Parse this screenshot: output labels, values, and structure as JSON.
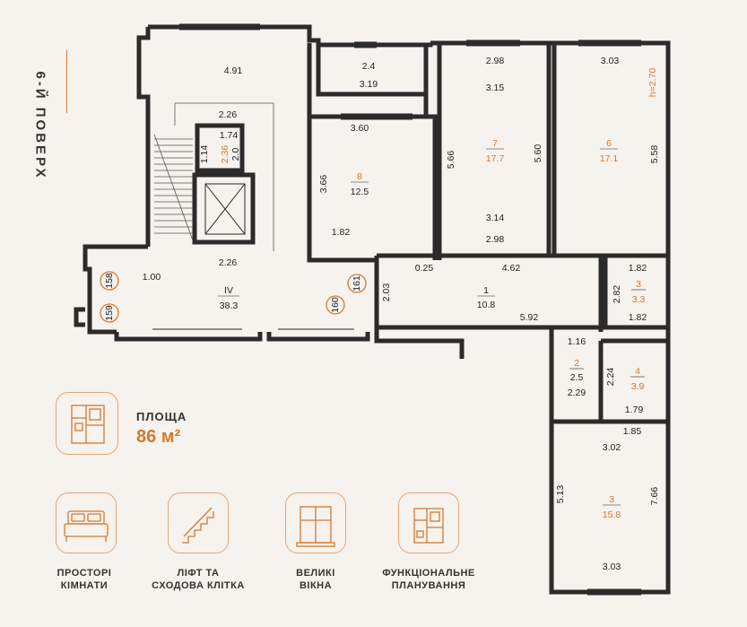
{
  "floor_title": "6-Й ПОВЕРХ",
  "area": {
    "label": "ПЛОЩА",
    "value": "86 м²"
  },
  "features": [
    {
      "line1": "ПРОСТОРІ",
      "line2": "КІМНАТИ",
      "icon": "bed-icon"
    },
    {
      "line1": "ЛІФТ ТА",
      "line2": "СХОДОВА КЛІТКА",
      "icon": "stairs-icon"
    },
    {
      "line1": "ВЕЛИКІ",
      "line2": "ВІКНА",
      "icon": "window-icon"
    },
    {
      "line1": "ФУНКЦІОНАЛЬНЕ",
      "line2": "ПЛАНУВАННЯ",
      "icon": "floorplan-icon"
    }
  ],
  "rooms": {
    "r1": {
      "num": "1",
      "area": "10.8"
    },
    "r2": {
      "num": "2",
      "area": "2.5"
    },
    "r3a": {
      "num": "3",
      "area": "3.3"
    },
    "r3b": {
      "num": "3",
      "area": "15.8"
    },
    "r4": {
      "num": "4",
      "area": "3.9"
    },
    "r6": {
      "num": "6",
      "area": "17.1"
    },
    "r7": {
      "num": "7",
      "area": "17.7"
    },
    "r8": {
      "num": "8",
      "area": "12.5"
    },
    "rIV": {
      "num": "IV",
      "area": "38.3"
    }
  },
  "markers": [
    "158",
    "159",
    "160",
    "161"
  ],
  "height_note": "h=2.70",
  "dims": {
    "d491": "4.91",
    "d24": "2.4",
    "d319": "3.19",
    "d298a": "2.98",
    "d315": "3.15",
    "d303a": "3.03",
    "d226a": "2.26",
    "d174": "1.74",
    "d114": "1.14",
    "d236": "2.36",
    "d20": "2.0",
    "d360": "3.60",
    "d366": "3.66",
    "d566": "5.66",
    "d560": "5.60",
    "d558": "5.58",
    "d182a": "1.82",
    "d314": "3.14",
    "d298b": "2.98",
    "d226b": "2.26",
    "d100": "1.00",
    "d025": "0.25",
    "d462": "4.62",
    "d182b": "1.82",
    "d203": "2.03",
    "d282": "2.82",
    "d182c": "1.82",
    "d592": "5.92",
    "d116": "1.16",
    "d224": "2.24",
    "d229": "2.29",
    "d179": "1.79",
    "d185": "1.85",
    "d302": "3.02",
    "d513": "5.13",
    "d766": "7.66",
    "d303b": "3.03"
  },
  "colors": {
    "accent": "#d27a2e",
    "wall": "#2b2b2b",
    "background": "#f6f2ee"
  }
}
